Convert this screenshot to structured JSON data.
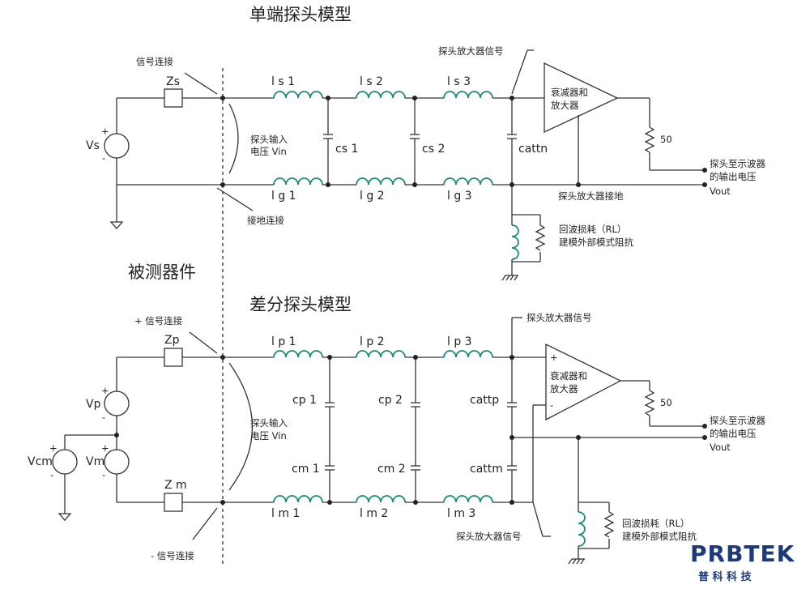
{
  "titles": {
    "single": "单端探头模型",
    "dut": "被测器件",
    "diff": "差分探头模型"
  },
  "single": {
    "signal_conn": "信号连接",
    "ground_conn": "接地连接",
    "zs": "Zs",
    "vs": "Vs",
    "plus": "+",
    "minus": "-",
    "probe_input_1": "探头输入",
    "probe_input_2": "电压 Vin",
    "ls1": "l s 1",
    "ls2": "l s 2",
    "ls3": "l s 3",
    "lg1": "l g 1",
    "lg2": "l g 2",
    "lg3": "l g 3",
    "cs1": "cs 1",
    "cs2": "cs 2",
    "cattn": "cattn",
    "amp_signal": "探头放大器信号",
    "amp_1": "衰减器和",
    "amp_2": "放大器",
    "r50": "50",
    "out_1": "探头至示波器",
    "out_2": "的输出电压",
    "vout": "Vout",
    "amp_ground": "探头放大器接地",
    "rl_1": "回波损耗（RL）",
    "rl_2": "建模外部模式阻抗"
  },
  "diff": {
    "plus_conn": "+ 信号连接",
    "minus_conn": "- 信号连接",
    "zp": "Zp",
    "zm": "Z m",
    "vp": "Vp",
    "vm": "Vm",
    "vcm": "Vcm",
    "plus": "+",
    "minus": "-",
    "probe_input_1": "探头输入",
    "probe_input_2": "电压 Vin",
    "lp1": "l p 1",
    "lp2": "l p 2",
    "lp3": "l p 3",
    "lm1": "l m 1",
    "lm2": "l m 2",
    "lm3": "l m 3",
    "cp1": "cp 1",
    "cp2": "cp 2",
    "cattp": "cattp",
    "cm1": "cm 1",
    "cm2": "cm 2",
    "cattm": "cattm",
    "amp_signal_top": "探头放大器信号",
    "amp_signal_bottom": "探头放大器信号",
    "amp_1": "衰减器和",
    "amp_2": "放大器",
    "amp_plus": "+",
    "amp_minus": "-",
    "r50": "50",
    "out_1": "探头至示波器",
    "out_2": "的输出电压",
    "vout": "Vout",
    "rl_1": "回波损耗（RL）",
    "rl_2": "建模外部模式阻抗"
  },
  "logo": {
    "brand": "PRBTEK",
    "sub": "普 科 科 技"
  }
}
